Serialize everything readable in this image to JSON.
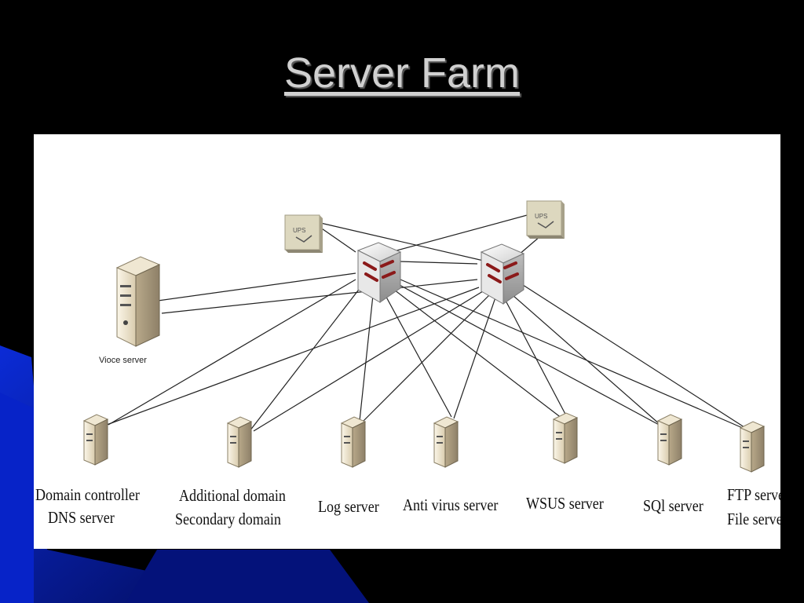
{
  "slide": {
    "title": "Server Farm"
  },
  "diagram": {
    "voice_server": "Vioce server",
    "servers": [
      {
        "id": "dc",
        "line1": "Domain controller",
        "line2": "DNS server"
      },
      {
        "id": "add",
        "line1": "Additional domain",
        "line2": "Secondary domain"
      },
      {
        "id": "log",
        "line1": "Log server",
        "line2": ""
      },
      {
        "id": "av",
        "line1": "Anti virus server",
        "line2": ""
      },
      {
        "id": "wsus",
        "line1": "WSUS server",
        "line2": ""
      },
      {
        "id": "sql",
        "line1": "SQl server",
        "line2": ""
      },
      {
        "id": "ftp",
        "line1": "FTP server",
        "line2": "File server"
      }
    ],
    "devices": [
      "firewall-left",
      "firewall-right",
      "switch-left",
      "switch-right"
    ]
  },
  "colors": {
    "background": "#000000",
    "accent_blue": "#0a1fb8",
    "title": "#d0d0d0",
    "switch_arrows": "#8b1a1a"
  }
}
